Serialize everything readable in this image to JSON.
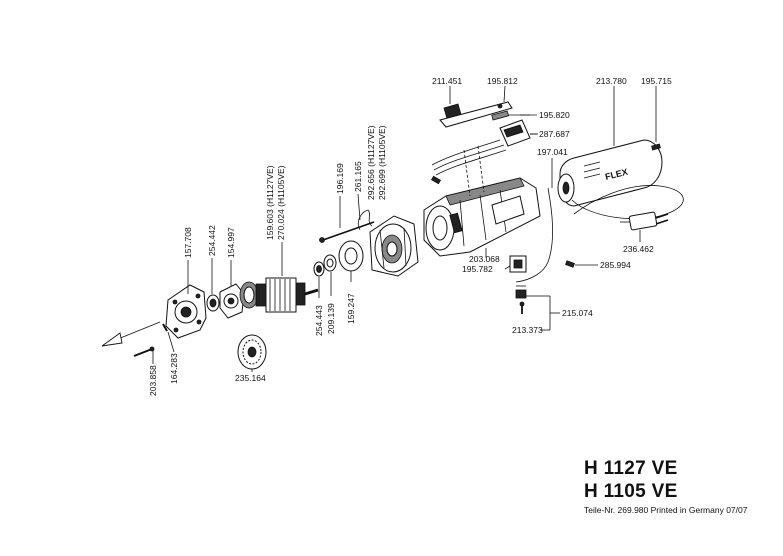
{
  "labels": {
    "p211451": "211.451",
    "p195812": "195.812",
    "p213780": "213.780",
    "p195715": "195.715",
    "p195820": "195.820",
    "p287687": "287.687",
    "p197041": "197.041",
    "p236462": "236.462",
    "p285994": "285.994",
    "p203068": "203.068",
    "p195782": "195.782",
    "p215074": "215.074",
    "p213373": "213.373",
    "p292656": "292.656",
    "p292656_model": "(H1127VE)",
    "p292699": "292.699",
    "p292699_model": "(H1105VE)",
    "p196169": "196.169",
    "p261165": "261.165",
    "p159247": "159.247",
    "p209139": "209.139",
    "p254443": "254.443",
    "p159603": "159.603",
    "p159603_model": "(H1127VE)",
    "p270024": "270.024",
    "p270024_model": "(H1105VE)",
    "p157708": "157.708",
    "p254442": "254.442",
    "p154997": "154.997",
    "p235164": "235.164",
    "p203858": "203.858",
    "p164283": "164.283"
  },
  "logo_text": "FLEX",
  "title": {
    "line1": "H 1127 VE",
    "line2": "H 1105 VE"
  },
  "footer": "Teile-Nr. 269.980 Printed in Germany 07/07"
}
